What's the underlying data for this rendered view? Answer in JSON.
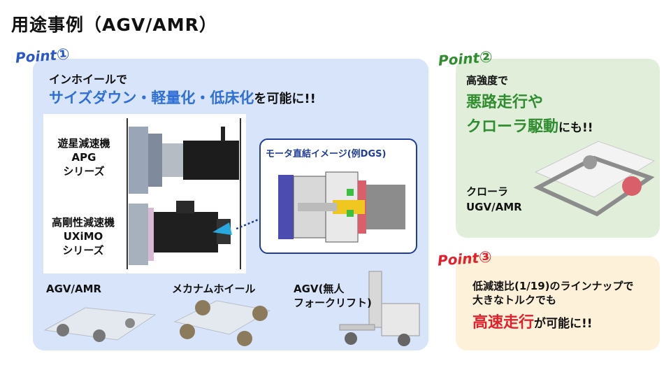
{
  "title": "用途事例（AGV/AMR）",
  "point1": {
    "badge": "Point",
    "num": "①",
    "line1": "インホイールで",
    "line2_highlight": "サイズダウン・軽量化・低床化",
    "line2_tail": "を可能に!!",
    "product1": [
      "遊星減速機",
      "APG",
      "シリーズ"
    ],
    "product2": [
      "高剛性減速機",
      "UXiMO",
      "シリーズ"
    ],
    "inset_title": "モータ直結イメージ(例DGS)",
    "bottom": {
      "agv_amr": "AGV/AMR",
      "mecanum": "メカナムホイール",
      "forklift_line1": "AGV(無人",
      "forklift_line2": "フォークリフト)"
    }
  },
  "point2": {
    "badge": "Point",
    "num": "②",
    "line1": "高強度で",
    "line2": "悪路走行や",
    "line3_highlight": "クローラ駆動",
    "line3_tail": "にも!!",
    "caption_line1": "クローラ",
    "caption_line2": "UGV/AMR"
  },
  "point3": {
    "badge": "Point",
    "num": "③",
    "line1": "低減速比(1/19)のラインナップで",
    "line2": "大きなトルクでも",
    "line3_highlight": "高速走行",
    "line3_tail": "が可能に!!"
  },
  "colors": {
    "panel1": "#d8e4f9",
    "panel2": "#e1efda",
    "panel3": "#fdf1da",
    "blue_accent": "#2f6fd6",
    "green_accent": "#2f8c2f",
    "red_accent": "#e0202a",
    "inset_border": "#1f3d99"
  }
}
